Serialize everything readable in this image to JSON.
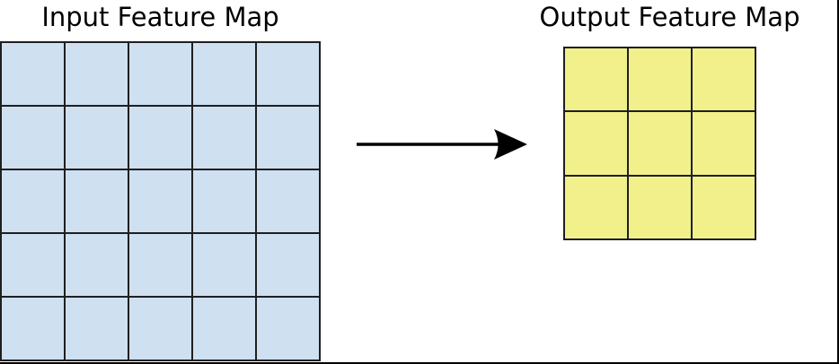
{
  "diagram": {
    "input_map": {
      "title": "Input Feature Map",
      "rows": 5,
      "cols": 5,
      "cell_color": "#cfe0f1",
      "line_color": "#1f1f1f"
    },
    "output_map": {
      "title": "Output Feature Map",
      "rows": 3,
      "cols": 3,
      "cell_color": "#f1f08b",
      "line_color": "#1f1f1f"
    },
    "arrow": {
      "icon": "right-arrow-icon",
      "color": "#000000"
    },
    "frame": {
      "border_color": "#000000",
      "background_color": "#ffffff"
    }
  }
}
